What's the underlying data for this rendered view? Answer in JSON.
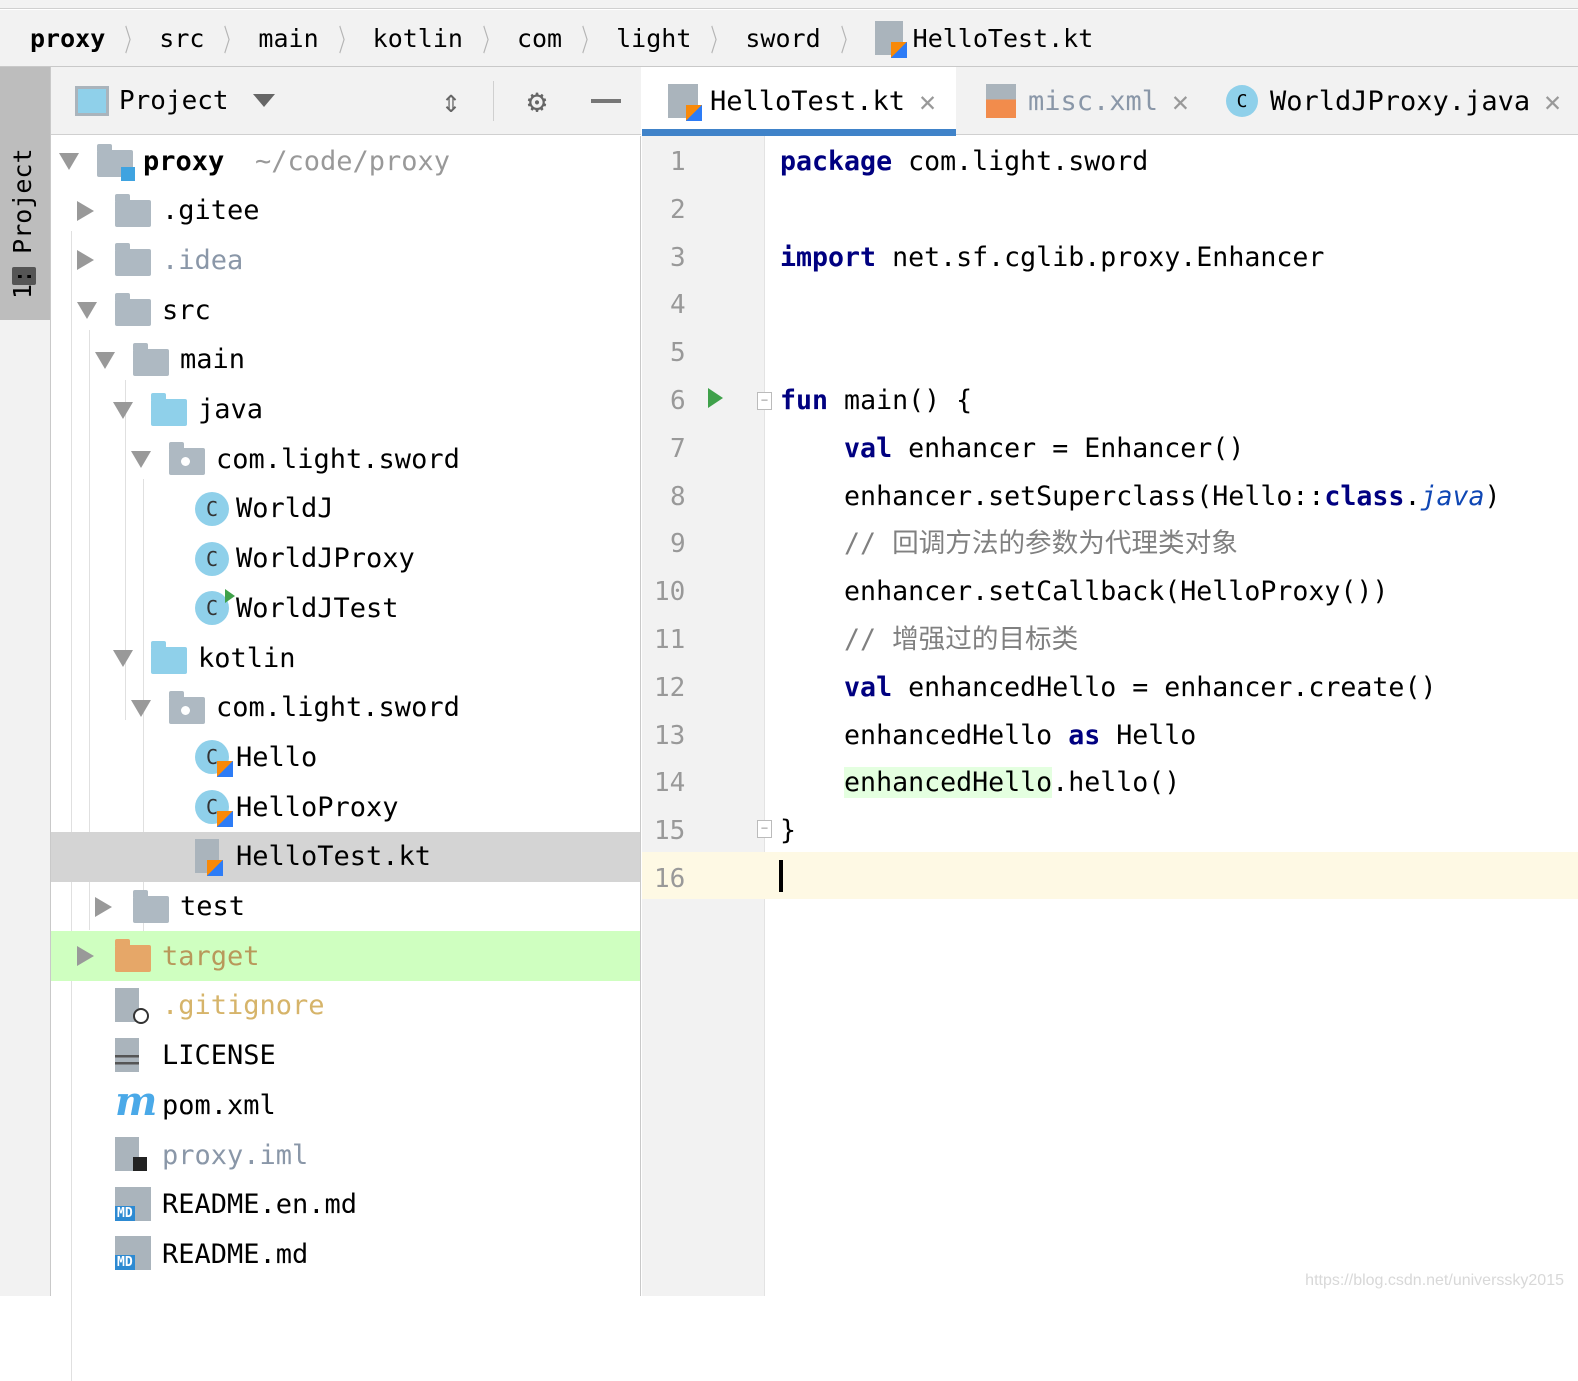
{
  "breadcrumb": [
    "proxy",
    "src",
    "main",
    "kotlin",
    "com",
    "light",
    "sword",
    "HelloTest.kt"
  ],
  "stripe": {
    "label": "1: Project"
  },
  "project_panel": {
    "title": "Project",
    "icons": [
      "collapse-all-icon",
      "gear-icon",
      "minimize-icon"
    ]
  },
  "tree": [
    {
      "label": "proxy",
      "extra": "~/code/proxy",
      "level": 0,
      "arrow": "exp",
      "icon": "module-folder",
      "bold": true
    },
    {
      "label": ".gitee",
      "level": 1,
      "arrow": "col",
      "icon": "folder"
    },
    {
      "label": ".idea",
      "level": 1,
      "arrow": "col",
      "icon": "folder",
      "color": "#8a97a8"
    },
    {
      "label": "src",
      "level": 1,
      "arrow": "exp",
      "icon": "folder"
    },
    {
      "label": "main",
      "level": 2,
      "arrow": "exp",
      "icon": "folder"
    },
    {
      "label": "java",
      "level": 3,
      "arrow": "exp",
      "icon": "source-folder"
    },
    {
      "label": "com.light.sword",
      "level": 4,
      "arrow": "exp",
      "icon": "package"
    },
    {
      "label": "WorldJ",
      "level": 5,
      "icon": "java-class"
    },
    {
      "label": "WorldJProxy",
      "level": 5,
      "icon": "java-class"
    },
    {
      "label": "WorldJTest",
      "level": 5,
      "icon": "java-class-runnable"
    },
    {
      "label": "kotlin",
      "level": 3,
      "arrow": "exp",
      "icon": "source-folder"
    },
    {
      "label": "com.light.sword",
      "level": 4,
      "arrow": "exp",
      "icon": "package"
    },
    {
      "label": "Hello",
      "level": 5,
      "icon": "kotlin-class"
    },
    {
      "label": "HelloProxy",
      "level": 5,
      "icon": "kotlin-class"
    },
    {
      "label": "HelloTest.kt",
      "level": 5,
      "icon": "kotlin-file",
      "selected": true
    },
    {
      "label": "test",
      "level": 2,
      "arrow": "col",
      "icon": "folder"
    },
    {
      "label": "target",
      "level": 1,
      "arrow": "col",
      "icon": "excluded-folder",
      "color": "#b8985a",
      "highlight": true
    },
    {
      "label": ".gitignore",
      "level": 1,
      "icon": "ignored-file",
      "color": "#d6b46a"
    },
    {
      "label": "LICENSE",
      "level": 1,
      "icon": "text-file"
    },
    {
      "label": "pom.xml",
      "level": 1,
      "icon": "maven-file"
    },
    {
      "label": "proxy.iml",
      "level": 1,
      "icon": "iml-file",
      "color": "#8a97a8"
    },
    {
      "label": "README.en.md",
      "level": 1,
      "icon": "markdown-file"
    },
    {
      "label": "README.md",
      "level": 1,
      "icon": "markdown-file"
    }
  ],
  "tabs": [
    {
      "label": "HelloTest.kt",
      "icon": "kotlin-file",
      "active": true
    },
    {
      "label": "misc.xml",
      "icon": "xml-file",
      "color": "#8a97a8"
    },
    {
      "label": "WorldJProxy.java",
      "icon": "java-class"
    }
  ],
  "md_badge": "MD",
  "class_letter": "C",
  "code": [
    [
      [
        "kw",
        "package"
      ],
      [
        "",
        " com.light.sword"
      ]
    ],
    [],
    [
      [
        "kw",
        "import"
      ],
      [
        "",
        " net.sf.cglib.proxy.Enhancer"
      ]
    ],
    [],
    [],
    [
      [
        "kw",
        "fun"
      ],
      [
        "",
        " main() {"
      ]
    ],
    [
      [
        "",
        "    "
      ],
      [
        "kw",
        "val"
      ],
      [
        "",
        " enhancer = Enhancer()"
      ]
    ],
    [
      [
        "",
        "    enhancer.setSuperclass(Hello::"
      ],
      [
        "kw",
        "class"
      ],
      [
        "",
        "."
      ],
      [
        "it",
        "java"
      ],
      [
        "",
        ")"
      ]
    ],
    [
      [
        "cm",
        "    // 回调方法的参数为代理类对象"
      ]
    ],
    [
      [
        "",
        "    enhancer.setCallback(HelloProxy())"
      ]
    ],
    [
      [
        "cm",
        "    // 增强过的目标类"
      ]
    ],
    [
      [
        "",
        "    "
      ],
      [
        "kw",
        "val"
      ],
      [
        "",
        " enhancedHello = enhancer.create()"
      ]
    ],
    [
      [
        "",
        "    enhancedHello "
      ],
      [
        "kw",
        "as"
      ],
      [
        "",
        " Hello"
      ]
    ],
    [
      [
        "",
        "    "
      ],
      [
        "hl",
        "enhancedHello"
      ],
      [
        "",
        ".hello()"
      ]
    ],
    [
      [
        "",
        "}"
      ]
    ],
    []
  ],
  "watermark": "https://blog.csdn.net/universsky2015"
}
